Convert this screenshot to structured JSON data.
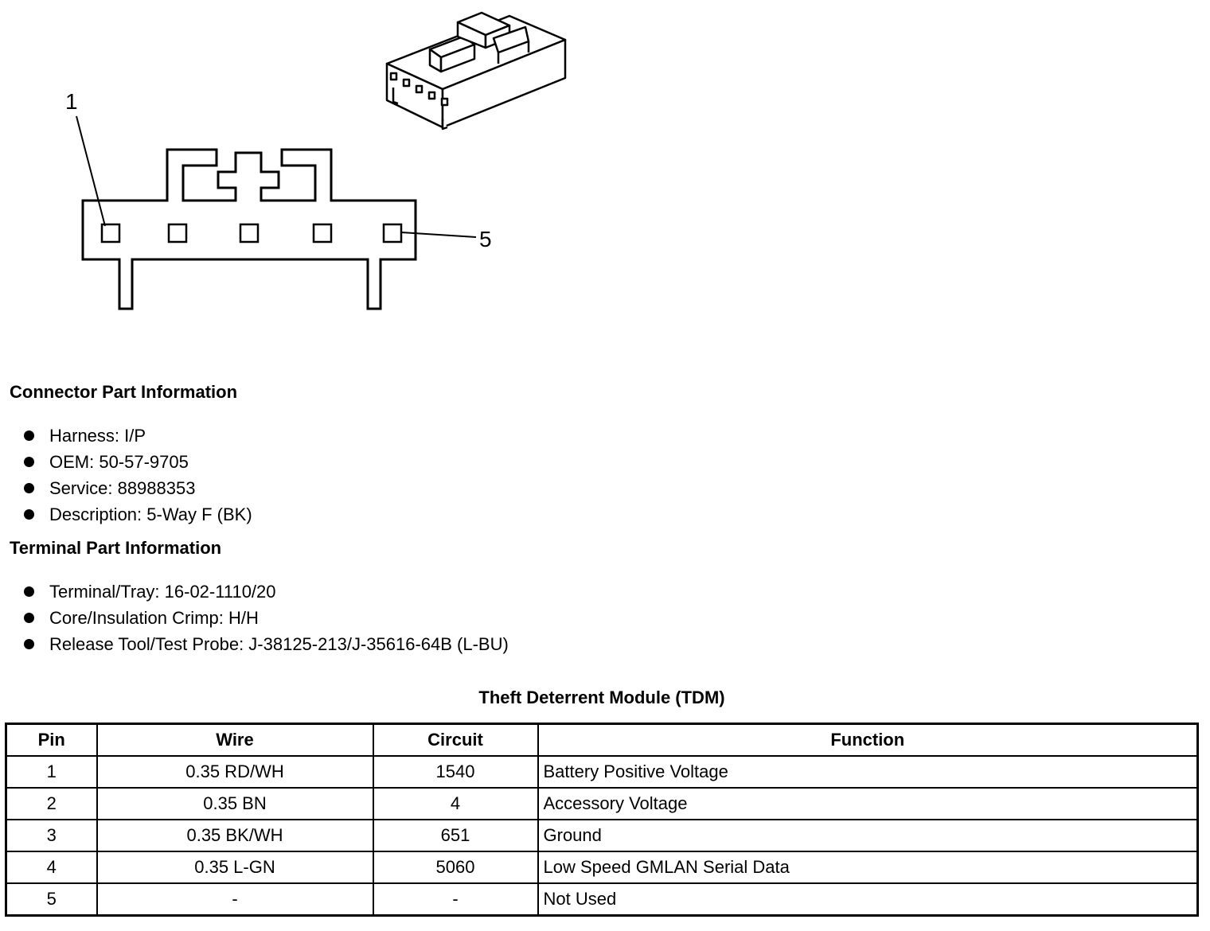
{
  "diagram": {
    "callout_pin_first": "1",
    "callout_pin_last": "5"
  },
  "connector_section": {
    "title": "Connector Part Information",
    "items": [
      "Harness: I/P",
      "OEM: 50-57-9705",
      "Service: 88988353",
      "Description: 5-Way F (BK)"
    ]
  },
  "terminal_section": {
    "title": "Terminal Part Information",
    "items": [
      "Terminal/Tray: 16-02-1110/20",
      "Core/Insulation Crimp: H/H",
      "Release Tool/Test Probe: J-38125-213/J-35616-64B (L-BU)"
    ]
  },
  "table": {
    "title": "Theft Deterrent Module (TDM)",
    "headers": [
      "Pin",
      "Wire",
      "Circuit",
      "Function"
    ],
    "rows": [
      [
        "1",
        "0.35 RD/WH",
        "1540",
        "Battery Positive Voltage"
      ],
      [
        "2",
        "0.35 BN",
        "4",
        "Accessory Voltage"
      ],
      [
        "3",
        "0.35 BK/WH",
        "651",
        "Ground"
      ],
      [
        "4",
        "0.35 L-GN",
        "5060",
        "Low Speed GMLAN Serial Data"
      ],
      [
        "5",
        "-",
        "-",
        "Not Used"
      ]
    ]
  }
}
